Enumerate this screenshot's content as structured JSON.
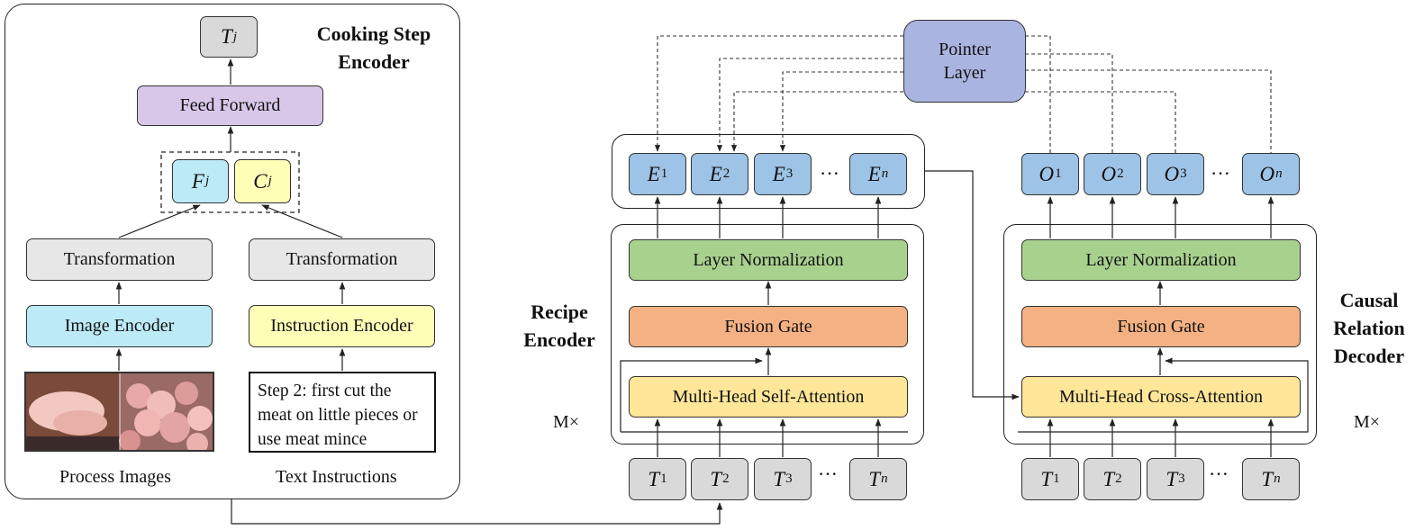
{
  "cooking_step_encoder": {
    "title_line1": "Cooking Step",
    "title_line2": "Encoder",
    "output_token": "T",
    "output_sub": "j",
    "feed_forward": "Feed Forward",
    "f_token": "F",
    "f_sub": "j",
    "c_token": "C",
    "c_sub": "j",
    "transformation_left": "Transformation",
    "transformation_right": "Transformation",
    "image_encoder": "Image Encoder",
    "instruction_encoder": "Instruction Encoder",
    "step_text": "Step 2: first cut the meat on little pieces or use meat mince",
    "caption_images": "Process Images",
    "caption_text": "Text Instructions"
  },
  "recipe_encoder": {
    "title_line1": "Recipe",
    "title_line2": "Encoder",
    "repeat_label": "M×",
    "layer_norm": "Layer Normalization",
    "fusion_gate": "Fusion Gate",
    "attention": "Multi-Head Self-Attention",
    "outputs": [
      {
        "token": "E",
        "sub": "1"
      },
      {
        "token": "E",
        "sub": "2"
      },
      {
        "token": "E",
        "sub": "3"
      },
      {
        "token": "E",
        "sub": "n"
      }
    ],
    "inputs": [
      {
        "token": "T",
        "sub": "1"
      },
      {
        "token": "T",
        "sub": "2"
      },
      {
        "token": "T",
        "sub": "3"
      },
      {
        "token": "T",
        "sub": "n"
      }
    ],
    "ellipsis": "···"
  },
  "pointer_layer": {
    "line1": "Pointer",
    "line2": "Layer"
  },
  "causal_decoder": {
    "title_line1": "Causal",
    "title_line2": "Relation",
    "title_line3": "Decoder",
    "repeat_label": "M×",
    "layer_norm": "Layer Normalization",
    "fusion_gate": "Fusion Gate",
    "attention": "Multi-Head Cross-Attention",
    "outputs": [
      {
        "token": "O",
        "sub": "1"
      },
      {
        "token": "O",
        "sub": "2"
      },
      {
        "token": "O",
        "sub": "3"
      },
      {
        "token": "O",
        "sub": "n"
      }
    ],
    "inputs": [
      {
        "token": "T",
        "sub": "1"
      },
      {
        "token": "T",
        "sub": "2"
      },
      {
        "token": "T",
        "sub": "3"
      },
      {
        "token": "T",
        "sub": "n"
      }
    ],
    "ellipsis": "···"
  },
  "colors": {
    "token_gray": "#d9d9d9",
    "token_blue": "#9dc3e6",
    "layer_norm_green": "#a9d18e",
    "fusion_gate_orange": "#f4b183",
    "attention_yellow": "#ffe699",
    "image_encoder_cyan": "#bdeaf7",
    "instruction_yellow": "#ffffb8",
    "feed_forward_purple": "#d9c7ea",
    "pointer_layer_blue": "#a9b4e0"
  }
}
